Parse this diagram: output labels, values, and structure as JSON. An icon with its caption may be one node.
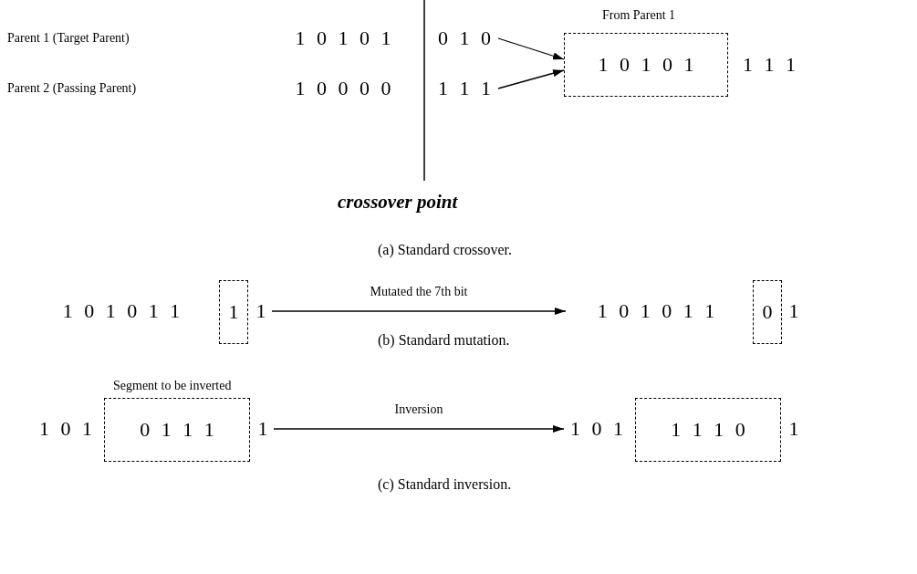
{
  "diagram": {
    "nodes": [
      {
        "text": [
          "1 0 1 0 1"
        ]
      },
      {
        "text": [
          "0 1 0"
        ]
      },
      {
        "text": [
          "1 0 0 0 0"
        ]
      },
      {
        "text": [
          "1 1 1"
        ]
      },
      {
        "text": [
          "1 0 1 0 1"
        ],
        "beside": [
          "From Parent 1"
        ]
      },
      {
        "text": [
          "1 1 1"
        ]
      },
      {
        "text": [
          "1 0 1 0 1 1"
        ]
      },
      {
        "text": [
          "1"
        ]
      },
      {
        "text": [
          "1"
        ]
      },
      {
        "text": [
          "1 0 1 0 1 1"
        ]
      },
      {
        "text": [
          "0"
        ]
      },
      {
        "text": [
          "1"
        ]
      },
      {
        "text": [
          "1 0 1"
        ]
      },
      {
        "text": [
          "0 1 1 1"
        ],
        "beside": [
          "Segment to be inverted"
        ]
      },
      {
        "text": [
          "1"
        ]
      },
      {
        "text": [
          "1 0 1"
        ]
      },
      {
        "text": [
          "1 1 1 0"
        ]
      },
      {
        "text": [
          "1"
        ]
      }
    ],
    "edges": [
      {
        "from": 1,
        "to": 4,
        "arrow": "to"
      },
      {
        "from": 3,
        "to": 4,
        "arrow": "to"
      },
      {
        "from": 8,
        "to": 9,
        "arrow": "to",
        "label": "Mutated the 7th bit"
      },
      {
        "from": 14,
        "to": 15,
        "arrow": "to",
        "label": "Inversion"
      }
    ],
    "labels": [
      "Parent 1 (Target Parent)",
      "Parent 2 (Passing Parent)",
      "crossover point",
      "(a) Standard crossover.",
      "(b) Standard mutation.",
      "(c) Standard inversion."
    ]
  }
}
